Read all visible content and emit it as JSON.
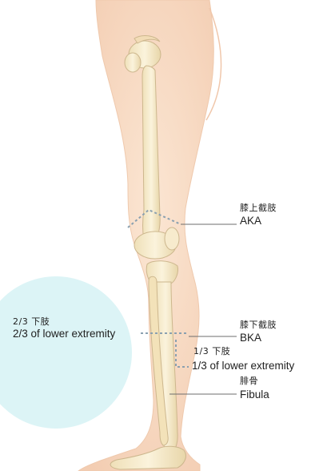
{
  "labels": {
    "aka": {
      "zh": "膝上截肢",
      "en": "AKA"
    },
    "bka": {
      "zh": "膝下截肢",
      "en": "BKA"
    },
    "two_thirds": {
      "zh": "2/3 下肢",
      "en": "2/3 of lower extremity"
    },
    "one_third": {
      "zh": "1/3 下肢",
      "en": "1/3 of lower extremity"
    },
    "fibula": {
      "zh": "腓骨",
      "en": "Fibula"
    }
  },
  "colors": {
    "skin": "#f9ddc6",
    "bone": "#f6e9c7",
    "bone_outline": "#c9b48a",
    "accent_circle": "#bfe9ef",
    "cut_line": "#8aa0b0",
    "leader_line": "#6d6d6d"
  }
}
